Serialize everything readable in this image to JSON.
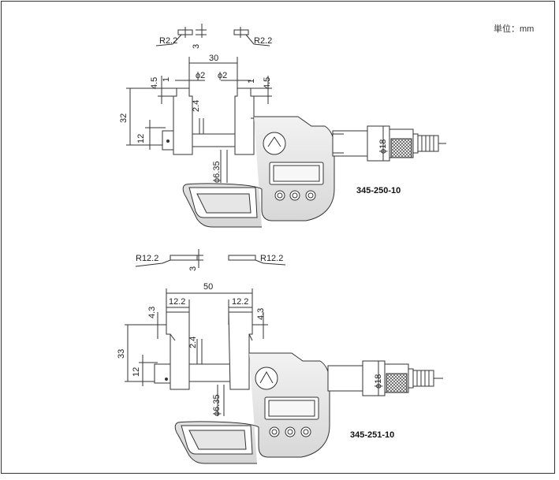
{
  "unit_label": "単位：mm",
  "drawing_top": {
    "model": "345-250-10",
    "tip_radius_left": "R2.2",
    "tip_radius_right": "R2.2",
    "tip_thickness": "3",
    "jaw_span": "30",
    "phi_left": "ϕ2",
    "phi_right": "ϕ2",
    "h_left": "4.5",
    "h_right": "4.5",
    "off_left": "1",
    "off_right": "1",
    "depth": "32",
    "height_12": "12",
    "gap": "2.4",
    "spindle_dia": "ϕ6.35",
    "thimble_dia": "ϕ18"
  },
  "drawing_bottom": {
    "model": "345-251-10",
    "tip_radius_left": "R12.2",
    "tip_radius_right": "R12.2",
    "tip_thickness": "3",
    "jaw_span": "50",
    "w_left": "12.2",
    "w_right": "12.2",
    "h_left": "4.3",
    "h_right": "4.3",
    "depth": "33",
    "height_12": "12",
    "gap": "2.4",
    "spindle_dia": "ϕ6.35",
    "thimble_dia": "ϕ18"
  }
}
